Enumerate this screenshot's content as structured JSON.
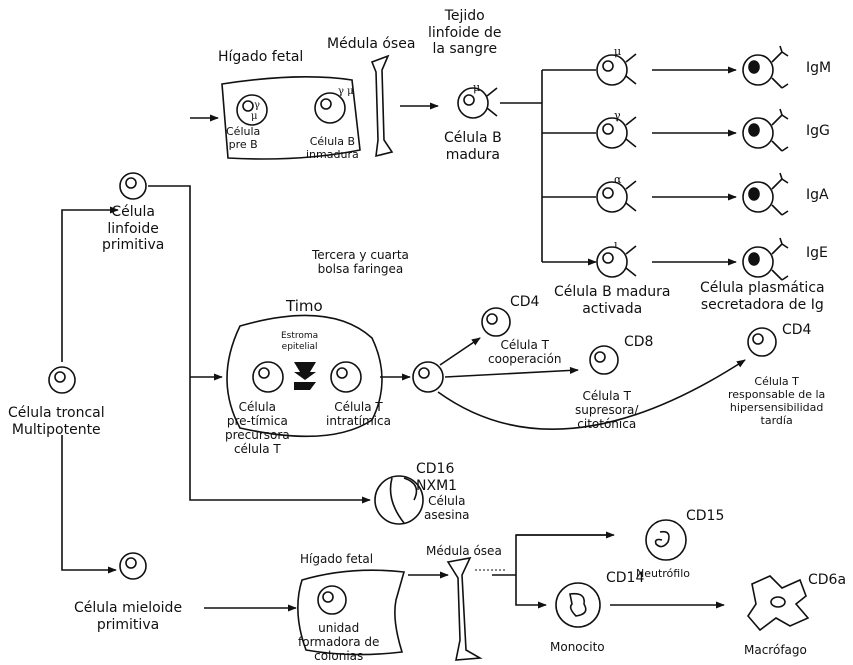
{
  "stem": {
    "line1": "Célula troncal",
    "line2": "Multipotente"
  },
  "lymphoid": {
    "line1": "Célula",
    "line2": "linfoide",
    "line3": "primitiva"
  },
  "myeloid": {
    "line1": "Célula mieloide",
    "line2": "primitiva"
  },
  "fetal_liver_b": "Hígado fetal",
  "bone_marrow_b": "Médula ósea",
  "blood_tissue": {
    "line1": "Tejido",
    "line2": "linfoide de",
    "line3": "la sangre"
  },
  "pre_b": {
    "line1": "Célula",
    "line2": "pre B",
    "symbol1": "γ",
    "symbol2": "μ"
  },
  "immature_b": {
    "line1": "Célula B",
    "line2": "inmadura",
    "symbol": "γ μ"
  },
  "mature_b": {
    "line1": "Célula B",
    "line2": "madura",
    "symbol": "μ"
  },
  "activated_symbols": [
    "μ",
    "γ",
    "α",
    "ι"
  ],
  "activated_b": {
    "line1": "Célula B madura",
    "line2": "activada"
  },
  "immunoglobulins": [
    "IgM",
    "IgG",
    "IgA",
    "IgE"
  ],
  "plasma": {
    "line1": "Célula plasmática",
    "line2": "secretadora de Ig"
  },
  "pouch": {
    "line1": "Tercera y cuarta",
    "line2": "bolsa faringea"
  },
  "thymus": "Timo",
  "stroma": {
    "line1": "Estroma",
    "line2": "epitelial"
  },
  "pre_thymic": {
    "line1": "Célula",
    "line2": "pre-tímica",
    "line3": "precursora",
    "line4": "célula T"
  },
  "intrathymic": {
    "line1": "Célula T",
    "line2": "intratímica"
  },
  "cd4_helper": {
    "marker": "CD4",
    "line1": "Célula T",
    "line2": "cooperación"
  },
  "cd8": {
    "marker": "CD8",
    "line1": "Célula T",
    "line2": "supresora/",
    "line3": "citotónica"
  },
  "cd4_dth": {
    "marker": "CD4",
    "line1": "Célula T",
    "line2": "responsable de la",
    "line3": "hipersensibilidad",
    "line4": "tardía"
  },
  "nk": {
    "marker1": "CD16",
    "marker2": "NXM1",
    "line1": "Célula",
    "line2": "asesina"
  },
  "fetal_liver_m": "Hígado fetal",
  "cfu": {
    "line1": "unidad",
    "line2": "formadora de",
    "line3": "colonias"
  },
  "bone_marrow_m": "Médula ósea",
  "neutrophil": {
    "marker": "CD15",
    "label": "Neutrófilo"
  },
  "monocyte": {
    "marker": "CD14",
    "label": "Monocito"
  },
  "macrophage": {
    "marker": "CD6a",
    "label": "Macrófago"
  }
}
